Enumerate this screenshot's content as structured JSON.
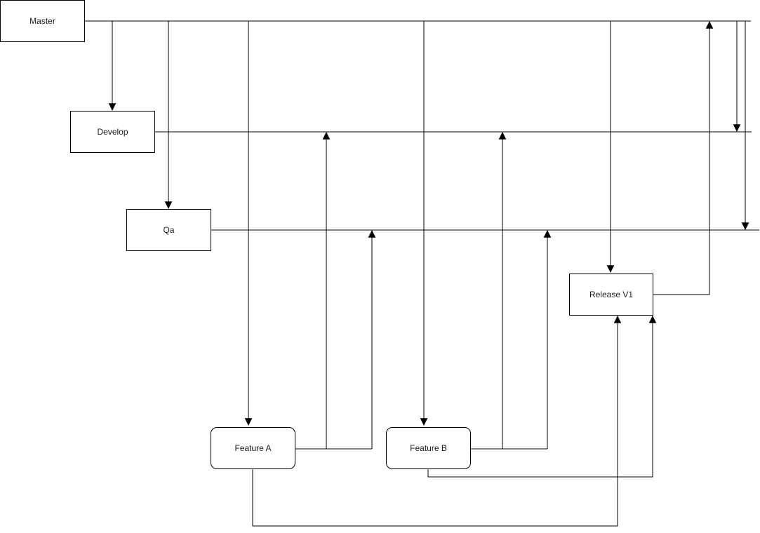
{
  "diagram": {
    "background_color": "#ffffff",
    "line_color": "#000000",
    "text_color": "#1a1a1a",
    "nodes": [
      {
        "id": "master",
        "label": "Master",
        "shape": "rectangle"
      },
      {
        "id": "develop",
        "label": "Develop",
        "shape": "rectangle"
      },
      {
        "id": "qa",
        "label": "Qa",
        "shape": "rectangle"
      },
      {
        "id": "feature-a",
        "label": "Feature A",
        "shape": "rounded-rectangle"
      },
      {
        "id": "feature-b",
        "label": "Feature B",
        "shape": "rounded-rectangle"
      },
      {
        "id": "release-v1",
        "label": "Release V1",
        "shape": "rectangle"
      }
    ],
    "edges": [
      {
        "id": "master-lifeline",
        "from": "master",
        "to": "right-edge",
        "arrow": false
      },
      {
        "id": "develop-lifeline",
        "from": "develop",
        "to": "right-edge",
        "arrow": false
      },
      {
        "id": "qa-lifeline",
        "from": "qa",
        "to": "right-edge",
        "arrow": false
      },
      {
        "id": "master-to-develop",
        "from": "master-lifeline",
        "to": "develop",
        "arrow": true
      },
      {
        "id": "master-to-qa",
        "from": "master-lifeline",
        "to": "qa",
        "arrow": true
      },
      {
        "id": "master-to-feature-a",
        "from": "master-lifeline",
        "to": "feature-a",
        "arrow": true
      },
      {
        "id": "master-to-feature-b",
        "from": "master-lifeline",
        "to": "feature-b",
        "arrow": true
      },
      {
        "id": "master-to-release-v1",
        "from": "master-lifeline",
        "to": "release-v1",
        "arrow": true
      },
      {
        "id": "feature-a-connector",
        "from": "feature-a",
        "to": "junction",
        "arrow": false
      },
      {
        "id": "feature-a-to-develop",
        "from": "feature-a",
        "to": "develop-lifeline",
        "arrow": true
      },
      {
        "id": "feature-a-to-qa",
        "from": "feature-a",
        "to": "qa-lifeline",
        "arrow": true
      },
      {
        "id": "feature-b-connector",
        "from": "feature-b",
        "to": "junction",
        "arrow": false
      },
      {
        "id": "feature-b-to-develop",
        "from": "feature-b",
        "to": "develop-lifeline",
        "arrow": true
      },
      {
        "id": "feature-b-to-qa",
        "from": "feature-b",
        "to": "qa-lifeline",
        "arrow": true
      },
      {
        "id": "release-v1-to-master",
        "from": "release-v1",
        "to": "master-lifeline",
        "arrow": true
      },
      {
        "id": "master-to-develop-lifeline",
        "from": "master-lifeline",
        "to": "develop-lifeline",
        "arrow": true
      },
      {
        "id": "master-to-qa-lifeline",
        "from": "master-lifeline",
        "to": "qa-lifeline",
        "arrow": true
      },
      {
        "id": "feature-a-to-release-v1",
        "from": "feature-a",
        "to": "release-v1",
        "arrow": true
      },
      {
        "id": "feature-b-to-release-v1",
        "from": "feature-b",
        "to": "release-v1",
        "arrow": true
      }
    ]
  }
}
